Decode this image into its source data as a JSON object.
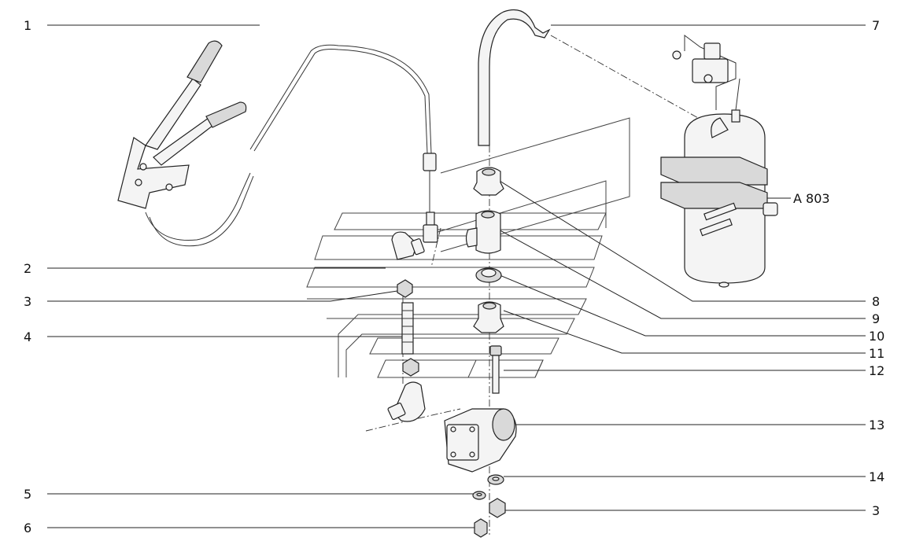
{
  "callouts_left": [
    "1",
    "2",
    "3",
    "4",
    "5",
    "6"
  ],
  "callouts_right": [
    "7",
    "8",
    "9",
    "10",
    "11",
    "12",
    "13",
    "14",
    "3"
  ],
  "tank_label": "A 803",
  "colors": {
    "line": "#222222",
    "background": "#ffffff",
    "fill": "#f4f4f4"
  }
}
